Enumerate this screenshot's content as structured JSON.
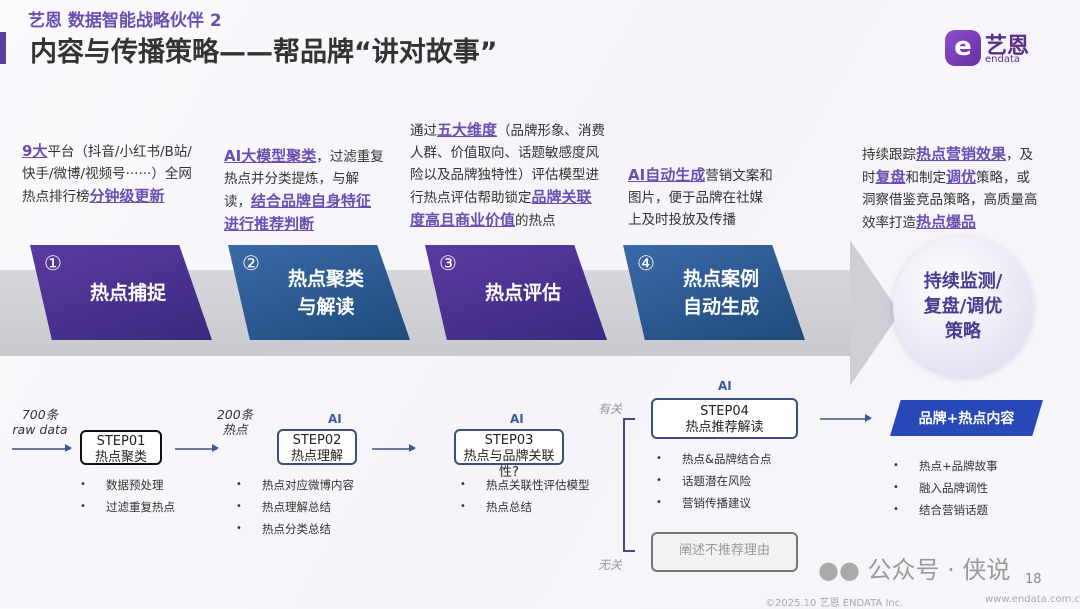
{
  "header": {
    "subtitle": "艺恩 数据智能战略伙伴 2",
    "title": "内容与传播策略——帮品牌“讲对故事”",
    "logo_cn": "艺恩",
    "logo_en": "endata",
    "logo_mark": "e"
  },
  "descriptions": [
    [
      {
        "t": "9大",
        "b": true
      },
      {
        "t": "平台（抖音/小红书/B站/快手/微博/视频号······）全网热点排行榜"
      },
      {
        "t": "分钟级更新",
        "b": true
      }
    ],
    [
      {
        "t": "AI大模型聚类",
        "b": true
      },
      {
        "t": "，过滤重复热点并分类提炼，与解读，"
      },
      {
        "t": "结合品牌自身特征进行推荐判断",
        "b": true
      }
    ],
    [
      {
        "t": "通过"
      },
      {
        "t": "五大维度",
        "b": true
      },
      {
        "t": "（品牌形象、消费人群、价值取向、话题敏感度风险以及品牌独特性）评估模型进行热点评估帮助锁定"
      },
      {
        "t": "品牌关联度高且商业价值",
        "b": true
      },
      {
        "t": "的热点"
      }
    ],
    [
      {
        "t": "AI自动生成",
        "b": true
      },
      {
        "t": "营销文案和图片，便于品牌在社媒上及时投放及传播"
      }
    ],
    [
      {
        "t": "持续跟踪"
      },
      {
        "t": "热点营销效果",
        "b": true
      },
      {
        "t": "，及时"
      },
      {
        "t": "复盘",
        "b": true
      },
      {
        "t": "和制定"
      },
      {
        "t": "调优",
        "b": true
      },
      {
        "t": "策略，或洞察借鉴竞品策略，高质量高效率打造"
      },
      {
        "t": "热点爆品",
        "b": true
      }
    ]
  ],
  "stages": [
    {
      "num": "①",
      "label": "热点捕捉"
    },
    {
      "num": "②",
      "label": "热点聚类\n与解读"
    },
    {
      "num": "③",
      "label": "热点评估"
    },
    {
      "num": "④",
      "label": "热点案例\n自动生成"
    }
  ],
  "final_stage": "持续监测/\n复盘/调优\n策略",
  "flow": {
    "in1": "700条\nraw data",
    "in2": "200条\n热点",
    "ai": "AI",
    "related": "有关",
    "unrelated": "无关",
    "steps": [
      {
        "id": "STEP01",
        "name": "热点聚类",
        "bullets": [
          "数据预处理",
          "过滤重复热点"
        ]
      },
      {
        "id": "STEP02",
        "name": "热点理解",
        "bullets": [
          "热点对应微博内容",
          "热点理解总结",
          "热点分类总结"
        ]
      },
      {
        "id": "STEP03",
        "name": "热点与品牌关联性?",
        "bullets": [
          "热点关联性评估模型",
          "热点总结"
        ]
      },
      {
        "id": "STEP04",
        "name": "热点推荐解读",
        "bullets": [
          "热点&品牌结合点",
          "话题潜在风险",
          "营销传播建议"
        ]
      }
    ],
    "reject": "阐述不推荐理由",
    "output": {
      "label": "品牌+热点内容",
      "bullets": [
        "热点+品牌故事",
        "融入品牌调性",
        "结合营销话题"
      ]
    }
  },
  "footer": {
    "copyright": "©2025.10  艺恩 ENDATA Inc.",
    "url": "www.endata.com.cn",
    "page": "18",
    "watermark": "公众号 · 侠说"
  }
}
